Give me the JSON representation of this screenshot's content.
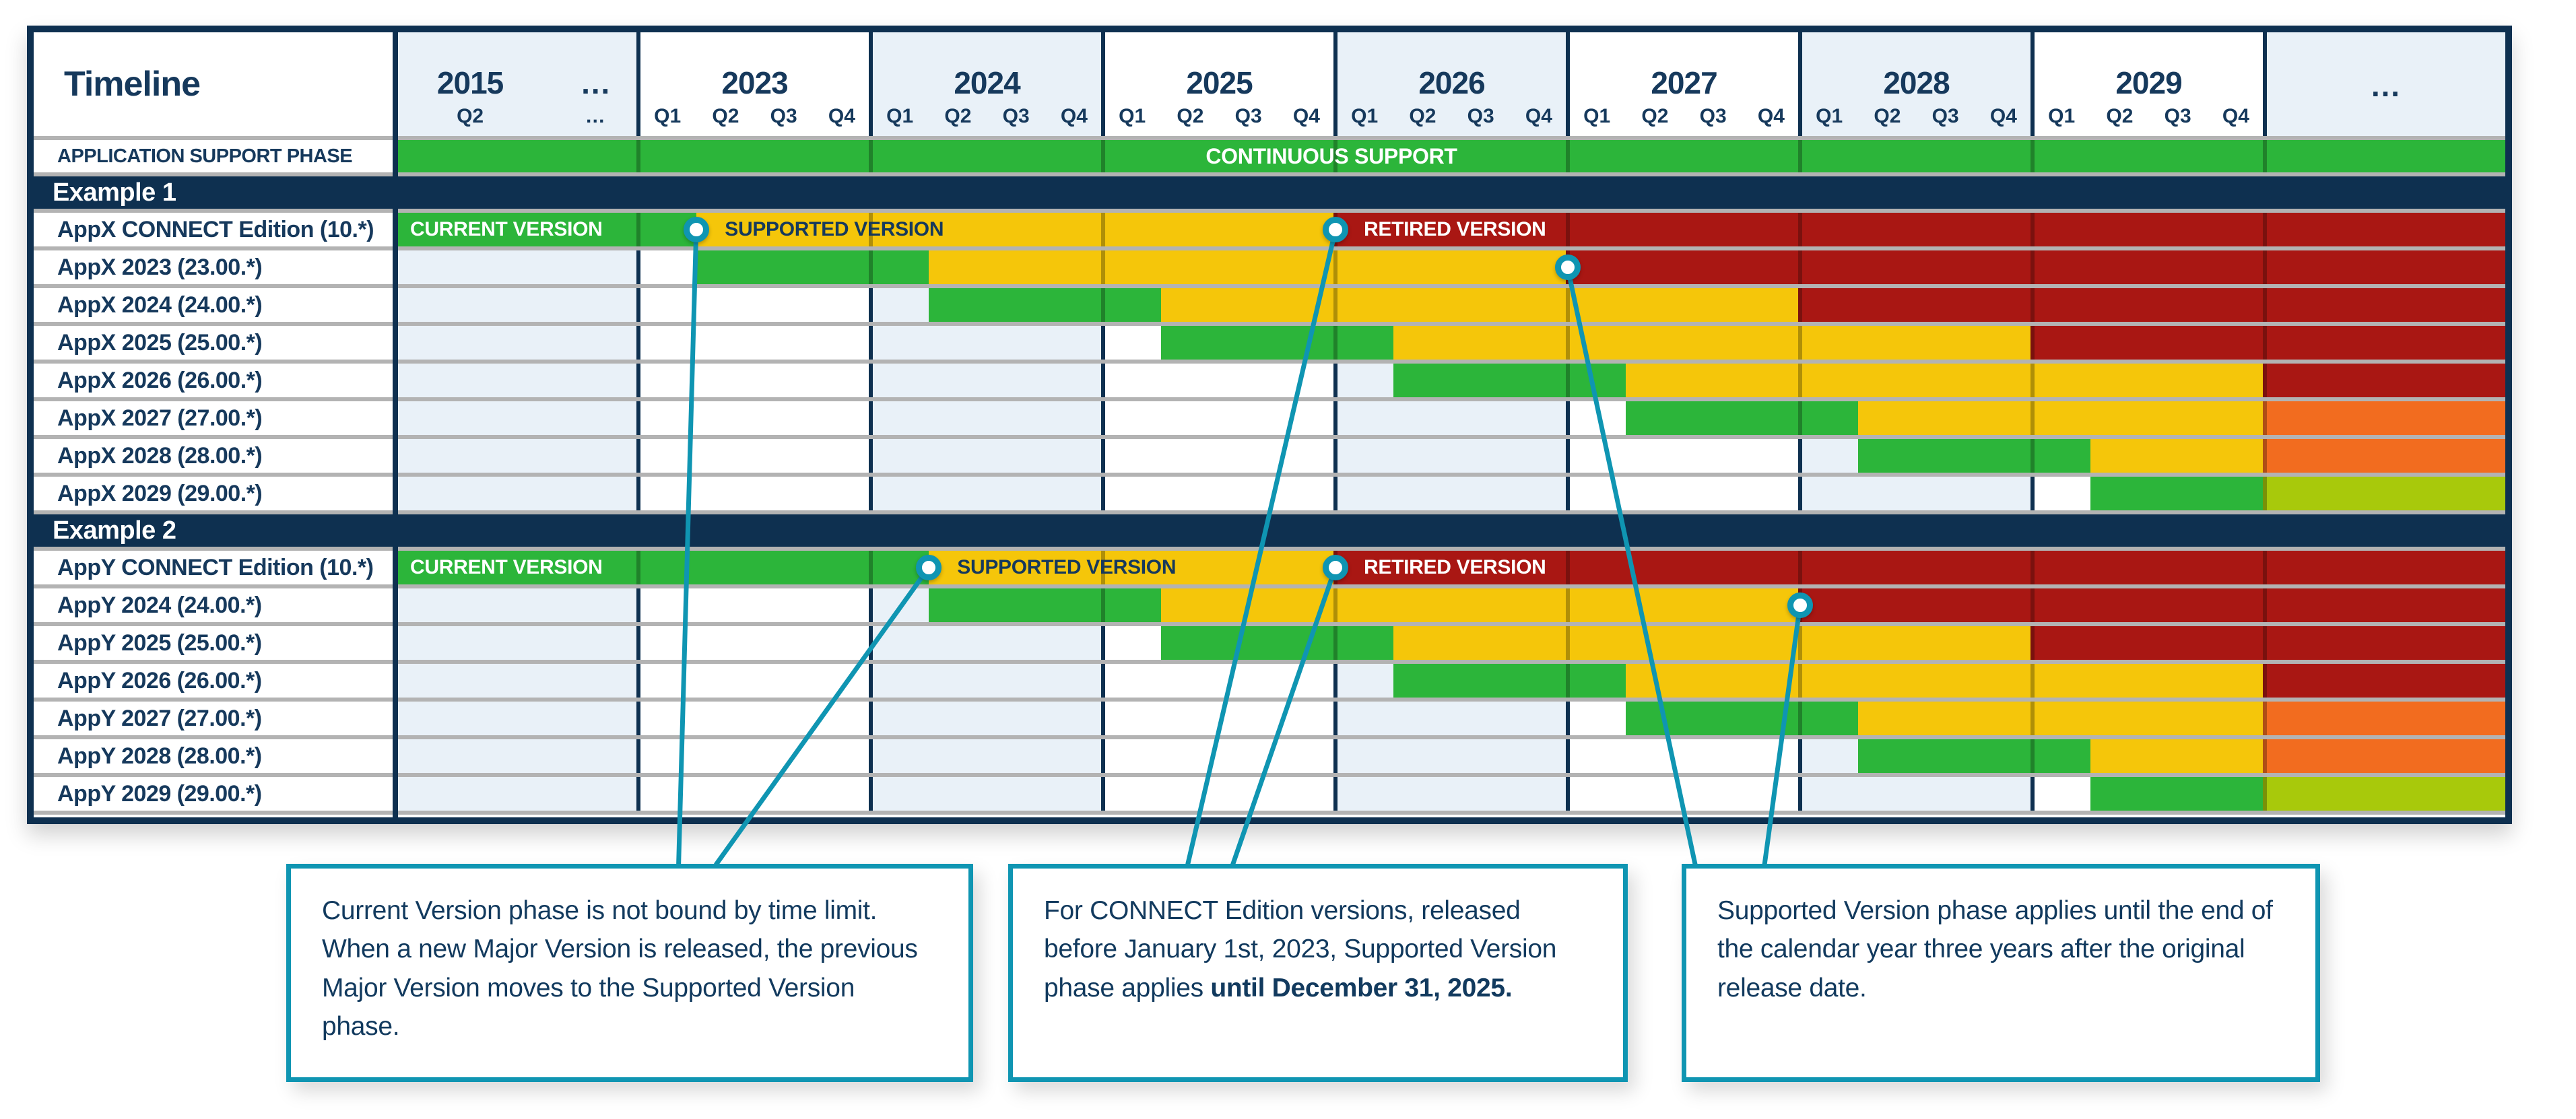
{
  "colors": {
    "navy": "#0E3050",
    "text_navy": "#16395C",
    "teal": "#0F95B2",
    "green": "#2CB53A",
    "yellow": "#F5C60A",
    "red": "#A91713",
    "orange": "#F26C1F",
    "lime": "#A8C90B",
    "light_blue": "#E9F1F8",
    "grid_gray": "#B3B3B3",
    "white": "#FFFFFF"
  },
  "phase_colors": {
    "current": "green",
    "supported": "yellow",
    "retired": "red",
    "supported_retired": "orange",
    "current_supported": "lime"
  },
  "header": {
    "timeline_label": "Timeline",
    "columns": [
      {
        "label": "2015",
        "extra": "…",
        "quarters": [
          "Q2",
          "…"
        ]
      },
      {
        "label": "2023",
        "quarters": [
          "Q1",
          "Q2",
          "Q3",
          "Q4"
        ]
      },
      {
        "label": "2024",
        "quarters": [
          "Q1",
          "Q2",
          "Q3",
          "Q4"
        ]
      },
      {
        "label": "2025",
        "quarters": [
          "Q1",
          "Q2",
          "Q3",
          "Q4"
        ]
      },
      {
        "label": "2026",
        "quarters": [
          "Q1",
          "Q2",
          "Q3",
          "Q4"
        ]
      },
      {
        "label": "2027",
        "quarters": [
          "Q1",
          "Q2",
          "Q3",
          "Q4"
        ]
      },
      {
        "label": "2028",
        "quarters": [
          "Q1",
          "Q2",
          "Q3",
          "Q4"
        ]
      },
      {
        "label": "2029",
        "quarters": [
          "Q1",
          "Q2",
          "Q3",
          "Q4"
        ]
      },
      {
        "label": "…",
        "quarters": []
      }
    ]
  },
  "support_row": {
    "label": "APPLICATION SUPPORT PHASE",
    "bar_label": "CONTINUOUS SUPPORT"
  },
  "sections": [
    {
      "title": "Example 1",
      "rows": [
        {
          "label": "AppX CONNECT Edition (10.*)",
          "segments": [
            {
              "phase": "current",
              "from": "start",
              "to": "2023-Q2",
              "text": "CURRENT VERSION"
            },
            {
              "phase": "supported",
              "from": "2023-Q2",
              "to": "2026-Q1",
              "text": "SUPPORTED VERSION",
              "marker_id": "ex1-connect-supported-start"
            },
            {
              "phase": "retired",
              "from": "2026-Q1",
              "to": "end",
              "text": "RETIRED VERSION",
              "marker_id": "ex1-connect-retired-start"
            }
          ]
        },
        {
          "label": "AppX 2023 (23.00.*)",
          "segments": [
            {
              "phase": "current",
              "from": "2023-Q2",
              "to": "2024-Q2"
            },
            {
              "phase": "supported",
              "from": "2024-Q2",
              "to": "2027-Q1"
            },
            {
              "phase": "retired",
              "from": "2027-Q1",
              "to": "end",
              "marker_id": "ex1-2023-retired-start"
            }
          ]
        },
        {
          "label": "AppX 2024 (24.00.*)",
          "segments": [
            {
              "phase": "current",
              "from": "2024-Q2",
              "to": "2025-Q2"
            },
            {
              "phase": "supported",
              "from": "2025-Q2",
              "to": "2028-Q1"
            },
            {
              "phase": "retired",
              "from": "2028-Q1",
              "to": "end"
            }
          ]
        },
        {
          "label": "AppX 2025 (25.00.*)",
          "segments": [
            {
              "phase": "current",
              "from": "2025-Q2",
              "to": "2026-Q2"
            },
            {
              "phase": "supported",
              "from": "2026-Q2",
              "to": "2029-Q1"
            },
            {
              "phase": "retired",
              "from": "2029-Q1",
              "to": "end"
            }
          ]
        },
        {
          "label": "AppX 2026 (26.00.*)",
          "segments": [
            {
              "phase": "current",
              "from": "2026-Q2",
              "to": "2027-Q2"
            },
            {
              "phase": "supported",
              "from": "2027-Q2",
              "to": "ellipsis"
            },
            {
              "phase": "retired",
              "from": "ellipsis",
              "to": "end"
            }
          ]
        },
        {
          "label": "AppX 2027 (27.00.*)",
          "segments": [
            {
              "phase": "current",
              "from": "2027-Q2",
              "to": "2028-Q2"
            },
            {
              "phase": "supported",
              "from": "2028-Q2",
              "to": "ellipsis"
            },
            {
              "phase": "supported_retired",
              "from": "ellipsis",
              "to": "end"
            }
          ]
        },
        {
          "label": "AppX 2028 (28.00.*)",
          "segments": [
            {
              "phase": "current",
              "from": "2028-Q2",
              "to": "2029-Q2"
            },
            {
              "phase": "supported",
              "from": "2029-Q2",
              "to": "ellipsis"
            },
            {
              "phase": "supported_retired",
              "from": "ellipsis",
              "to": "end"
            }
          ]
        },
        {
          "label": "AppX 2029 (29.00.*)",
          "segments": [
            {
              "phase": "current",
              "from": "2029-Q2",
              "to": "ellipsis"
            },
            {
              "phase": "current_supported",
              "from": "ellipsis",
              "to": "end"
            }
          ]
        }
      ]
    },
    {
      "title": "Example 2",
      "rows": [
        {
          "label": "AppY CONNECT Edition (10.*)",
          "segments": [
            {
              "phase": "current",
              "from": "start",
              "to": "2024-Q2",
              "text": "CURRENT VERSION"
            },
            {
              "phase": "supported",
              "from": "2024-Q2",
              "to": "2026-Q1",
              "text": "SUPPORTED VERSION",
              "marker_id": "ex2-connect-supported-start"
            },
            {
              "phase": "retired",
              "from": "2026-Q1",
              "to": "end",
              "text": "RETIRED VERSION",
              "marker_id": "ex2-connect-retired-start"
            }
          ]
        },
        {
          "label": "AppY 2024 (24.00.*)",
          "segments": [
            {
              "phase": "current",
              "from": "2024-Q2",
              "to": "2025-Q2"
            },
            {
              "phase": "supported",
              "from": "2025-Q2",
              "to": "2028-Q1"
            },
            {
              "phase": "retired",
              "from": "2028-Q1",
              "to": "end",
              "marker_id": "ex2-2024-retired-start"
            }
          ]
        },
        {
          "label": "AppY 2025 (25.00.*)",
          "segments": [
            {
              "phase": "current",
              "from": "2025-Q2",
              "to": "2026-Q2"
            },
            {
              "phase": "supported",
              "from": "2026-Q2",
              "to": "2029-Q1"
            },
            {
              "phase": "retired",
              "from": "2029-Q1",
              "to": "end"
            }
          ]
        },
        {
          "label": "AppY 2026 (26.00.*)",
          "segments": [
            {
              "phase": "current",
              "from": "2026-Q2",
              "to": "2027-Q2"
            },
            {
              "phase": "supported",
              "from": "2027-Q2",
              "to": "ellipsis"
            },
            {
              "phase": "retired",
              "from": "ellipsis",
              "to": "end"
            }
          ]
        },
        {
          "label": "AppY 2027 (27.00.*)",
          "segments": [
            {
              "phase": "current",
              "from": "2027-Q2",
              "to": "2028-Q2"
            },
            {
              "phase": "supported",
              "from": "2028-Q2",
              "to": "ellipsis"
            },
            {
              "phase": "supported_retired",
              "from": "ellipsis",
              "to": "end"
            }
          ]
        },
        {
          "label": "AppY 2028 (28.00.*)",
          "segments": [
            {
              "phase": "current",
              "from": "2028-Q2",
              "to": "2029-Q2"
            },
            {
              "phase": "supported",
              "from": "2029-Q2",
              "to": "ellipsis"
            },
            {
              "phase": "supported_retired",
              "from": "ellipsis",
              "to": "end"
            }
          ]
        },
        {
          "label": "AppY 2029 (29.00.*)",
          "segments": [
            {
              "phase": "current",
              "from": "2029-Q2",
              "to": "ellipsis"
            },
            {
              "phase": "current_supported",
              "from": "ellipsis",
              "to": "end"
            }
          ]
        }
      ]
    }
  ],
  "phase_bar_labels": {
    "current": "CURRENT VERSION",
    "supported": "SUPPORTED VERSION",
    "retired": "RETIRED VERSION"
  },
  "callouts": [
    {
      "connects": [
        "ex1-connect-supported-start",
        "ex2-connect-supported-start"
      ],
      "parts": [
        {
          "text": "Current Version phase is not bound by time limit. When a new Major Version is released, the previous Major Version moves to the Supported Version phase.",
          "bold": false
        }
      ]
    },
    {
      "connects": [
        "ex1-connect-retired-start",
        "ex2-connect-retired-start"
      ],
      "parts": [
        {
          "text": "For CONNECT Edition versions, released before January 1st, 2023, Supported Version phase applies ",
          "bold": false
        },
        {
          "text": "until December 31, 2025.",
          "bold": true
        }
      ]
    },
    {
      "connects": [
        "ex1-2023-retired-start",
        "ex2-2024-retired-start"
      ],
      "parts": [
        {
          "text": "Supported Version phase applies until the end of the calendar year three years after the original release date.",
          "bold": false
        }
      ]
    }
  ]
}
